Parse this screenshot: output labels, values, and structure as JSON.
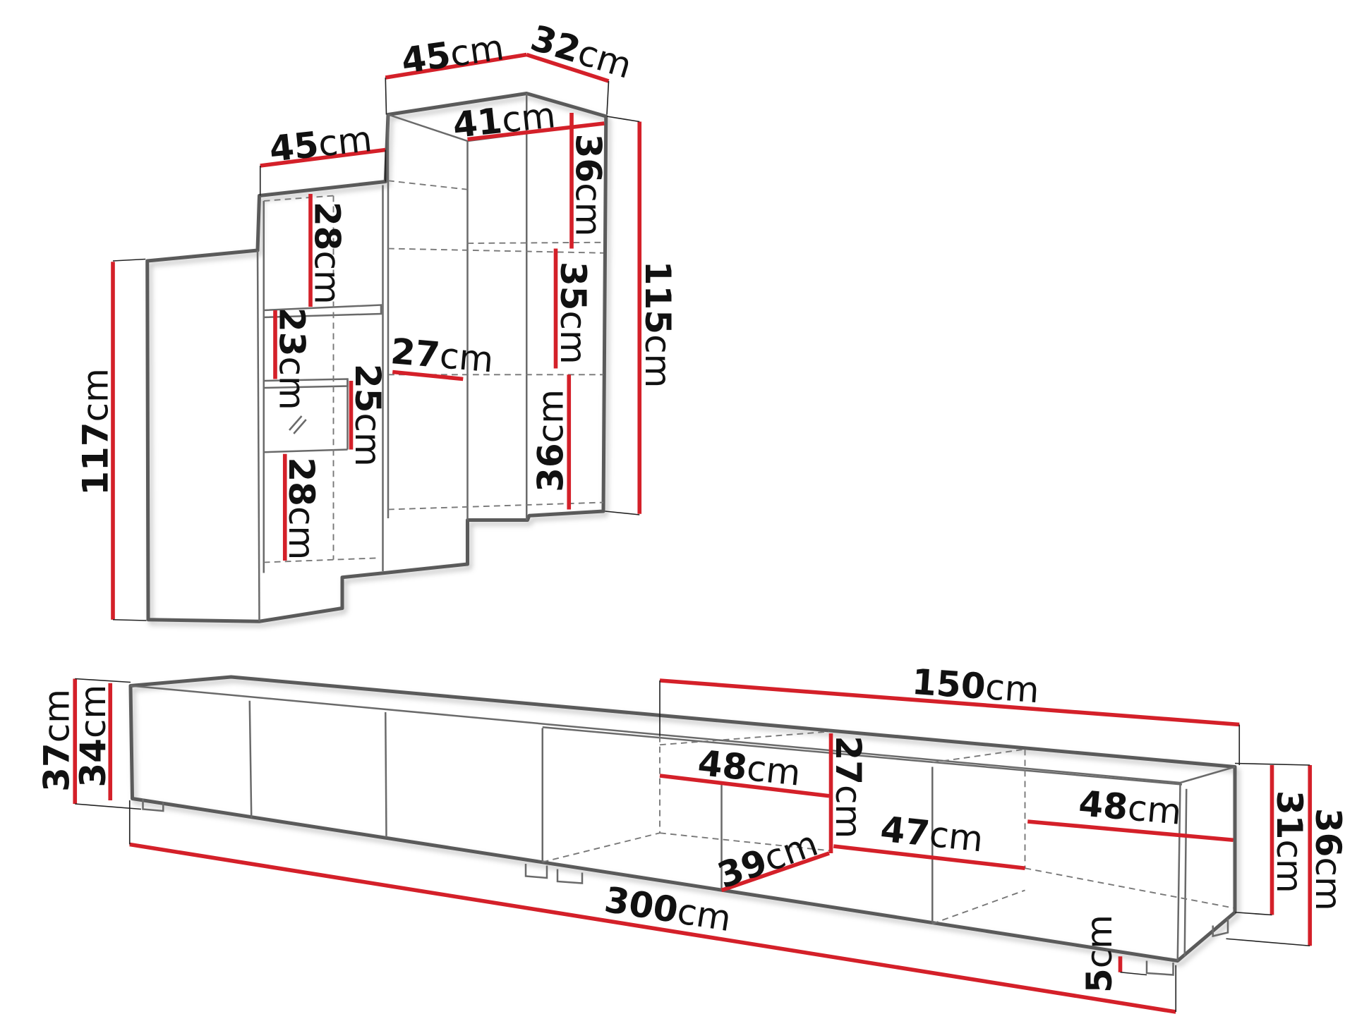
{
  "wall_unit": {
    "total_height": {
      "value": "117",
      "unit": "cm"
    },
    "left_cabinet_width": {
      "value": "45",
      "unit": "cm"
    },
    "tall_cabinet_width": {
      "value": "45",
      "unit": "cm"
    },
    "depth": {
      "value": "32",
      "unit": "cm"
    },
    "inner_width": {
      "value": "41",
      "unit": "cm"
    },
    "shelf_top": {
      "value": "36",
      "unit": "cm"
    },
    "shelf_middle": {
      "value": "35",
      "unit": "cm"
    },
    "shelf_bottom": {
      "value": "36",
      "unit": "cm"
    },
    "right_height": {
      "value": "115",
      "unit": "cm"
    },
    "left_shelf_top": {
      "value": "28",
      "unit": "cm"
    },
    "left_shelf_2": {
      "value": "23",
      "unit": "cm"
    },
    "left_shelf_3": {
      "value": "25",
      "unit": "cm"
    },
    "left_shelf_bottom": {
      "value": "28",
      "unit": "cm"
    },
    "inner_depth": {
      "value": "27",
      "unit": "cm"
    }
  },
  "tv_stand": {
    "half_width": {
      "value": "150",
      "unit": "cm"
    },
    "total_width": {
      "value": "300",
      "unit": "cm"
    },
    "left_total_height": {
      "value": "37",
      "unit": "cm"
    },
    "left_body_height": {
      "value": "34",
      "unit": "cm"
    },
    "compartment_width_left": {
      "value": "48",
      "unit": "cm"
    },
    "compartment_height": {
      "value": "27",
      "unit": "cm"
    },
    "compartment_depth": {
      "value": "39",
      "unit": "cm"
    },
    "compartment_width_mid": {
      "value": "47",
      "unit": "cm"
    },
    "compartment_width_right": {
      "value": "48",
      "unit": "cm"
    },
    "right_body_height": {
      "value": "31",
      "unit": "cm"
    },
    "right_total_height": {
      "value": "36",
      "unit": "cm"
    },
    "leg_height": {
      "value": "5",
      "unit": "cm"
    }
  },
  "colors": {
    "dimension_line": "#d42029",
    "outline": "#5a5a5a"
  }
}
